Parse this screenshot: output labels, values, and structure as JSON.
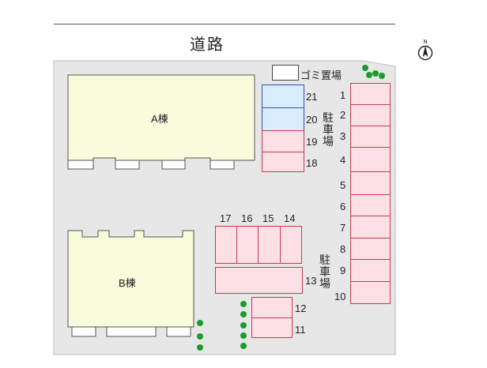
{
  "road": {
    "label": "道路"
  },
  "compass": {
    "north_label": "N",
    "icon": "north-arrow-icon"
  },
  "garbage": {
    "label": "ゴミ置場"
  },
  "buildings": {
    "a": "A棟",
    "b": "B棟"
  },
  "parking_label": {
    "chars": [
      "駐",
      "車",
      "場"
    ]
  },
  "stalls": {
    "s1": "1",
    "s2": "2",
    "s3": "3",
    "s4": "4",
    "s5": "5",
    "s6": "6",
    "s7": "7",
    "s8": "8",
    "s9": "9",
    "s10": "10",
    "s11": "11",
    "s12": "12",
    "s13": "13",
    "s14": "14",
    "s15": "15",
    "s16": "16",
    "s17": "17",
    "s18": "18",
    "s19": "19",
    "s20": "20",
    "s21": "21"
  },
  "colors": {
    "lot": "#e7e7e7",
    "building_fill": "#fafadc",
    "stall_pink": "#fde0e6",
    "stall_pink_border": "#c23a55",
    "stall_blue": "#d8ecfb",
    "stall_blue_border": "#3a50b0",
    "tree": "#1a9b2e"
  }
}
